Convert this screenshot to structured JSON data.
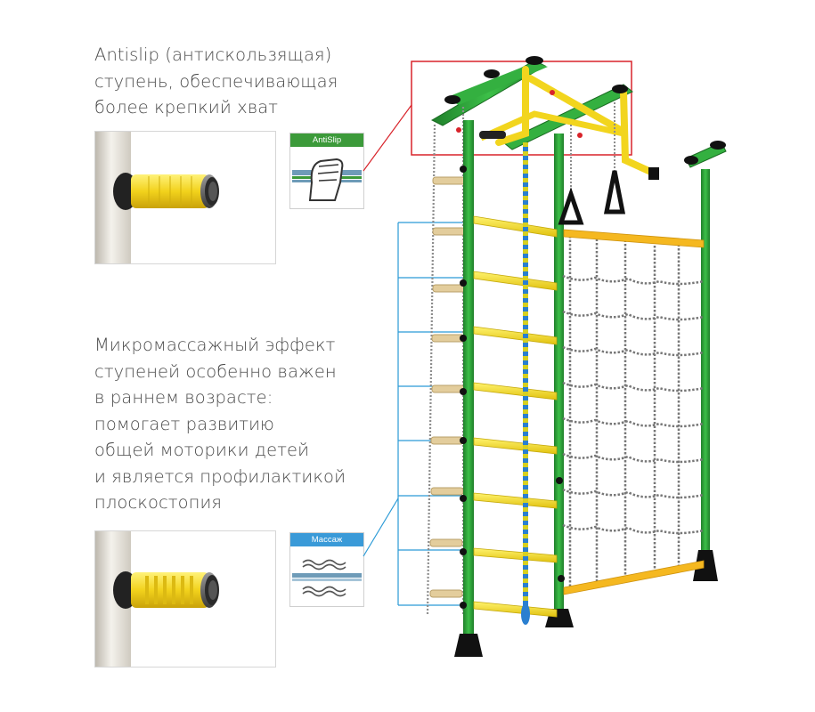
{
  "antislip_caption": [
    "Antislip (антискользящая)",
    "ступень, обеспечивающая",
    "более крепкий хват"
  ],
  "massage_caption": [
    "Микромассажный эффект",
    "ступеней особенно важен",
    "в раннем возрасте:",
    "помогает развитию",
    "общей моторики детей",
    "и является профилактикой",
    "плоскостопия"
  ],
  "antislip_badge": {
    "label": "AntiSlip",
    "color": "#3c9a3a",
    "icon": "fist-grip-icon"
  },
  "massage_badge": {
    "label": "Массаж",
    "color": "#3a9ad8",
    "icon": "wavy-lines-icon"
  },
  "colors": {
    "frame": "#2aa33a",
    "rung": "#f2dc1e",
    "orange_bar": "#f5b820",
    "highlight_red": "#d8232a",
    "highlight_blue": "#2a9ad6"
  }
}
